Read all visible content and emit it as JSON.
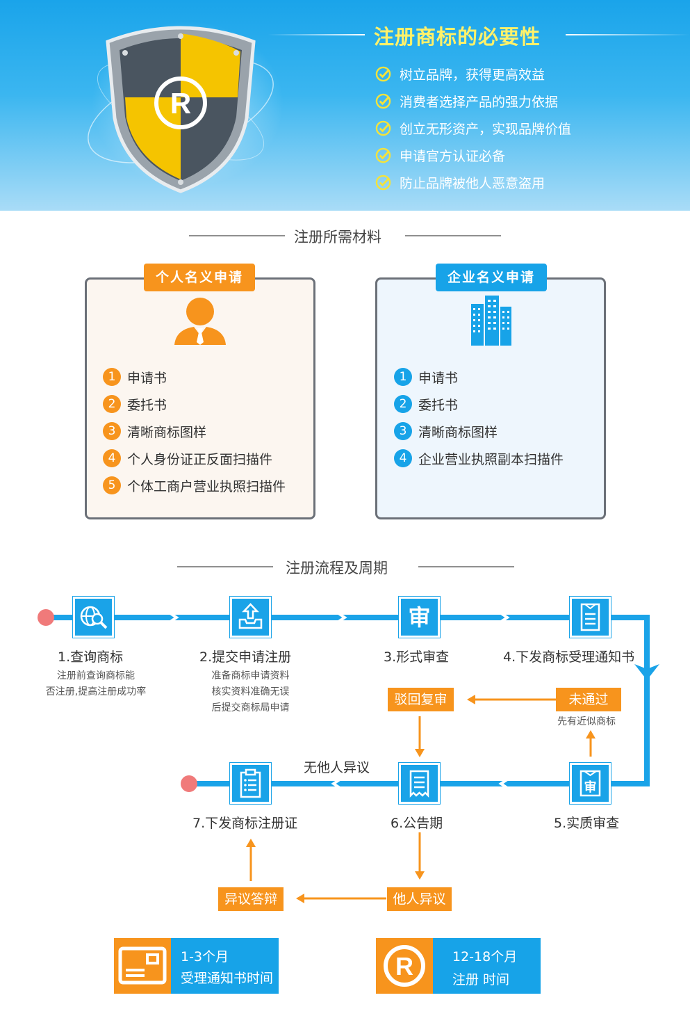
{
  "banner": {
    "title": "注册商标的必要性",
    "benefits": [
      "树立品牌，获得更高效益",
      "消费者选择产品的强力依据",
      "创立无形资产，实现品牌价值",
      "申请官方认证必备",
      "防止品牌被他人恶意盗用"
    ],
    "shield_icon": "registered-trademark-shield",
    "check_icon": "check-circle-icon"
  },
  "materials": {
    "title": "注册所需材料",
    "personal": {
      "badge": "个人名义申请",
      "icon": "person-icon",
      "items": [
        "申请书",
        "委托书",
        "清晰商标图样",
        "个人身份证正反面扫描件",
        "个体工商户营业执照扫描件"
      ],
      "numbers": [
        "1",
        "2",
        "3",
        "4",
        "5"
      ]
    },
    "company": {
      "badge": "企业名义申请",
      "icon": "buildings-icon",
      "items": [
        "申请书",
        "委托书",
        "清晰商标图样",
        "企业营业执照副本扫描件"
      ],
      "numbers": [
        "1",
        "2",
        "3",
        "4"
      ]
    }
  },
  "process": {
    "title": "注册流程及周期",
    "steps": [
      {
        "label": "1.查询商标",
        "desc": [
          "注册前查询商标能",
          "否注册,提高注册成功率"
        ],
        "icon": "globe-search-icon"
      },
      {
        "label": "2.提交申请注册",
        "desc": [
          "准备商标申请资料",
          "核实资料准确无误",
          "后提交商标局申请"
        ],
        "icon": "upload-tray-icon"
      },
      {
        "label": "3.形式审查",
        "desc": [],
        "icon": "review-stamp-icon"
      },
      {
        "label": "4.下发商标受理通知书",
        "desc": [],
        "icon": "notice-document-icon"
      },
      {
        "label": "5.实质审查",
        "desc": [],
        "icon": "review-document-icon"
      },
      {
        "label": "6.公告期",
        "desc": [],
        "icon": "announcement-document-icon"
      },
      {
        "label": "7.下发商标注册证",
        "desc": [],
        "icon": "clipboard-list-icon"
      }
    ],
    "branches": {
      "not_passed": "未通过",
      "not_passed_note": "先有近似商标",
      "reject_review": "驳回复审",
      "no_objection": "无他人异议",
      "objection": "他人异议",
      "objection_reply": "异议答辩"
    },
    "review_glyph": "审",
    "colors": {
      "flow": "#1aa3e8",
      "branch": "#f7941d",
      "endpoint": "#f07a7a"
    }
  },
  "periods": [
    {
      "duration": "1-3个月",
      "desc": "受理通知书时间",
      "icon": "card-icon"
    },
    {
      "duration": "12-18个月",
      "desc": "注册 时间",
      "icon": "registered-mark-icon",
      "glyph": "R"
    }
  ]
}
